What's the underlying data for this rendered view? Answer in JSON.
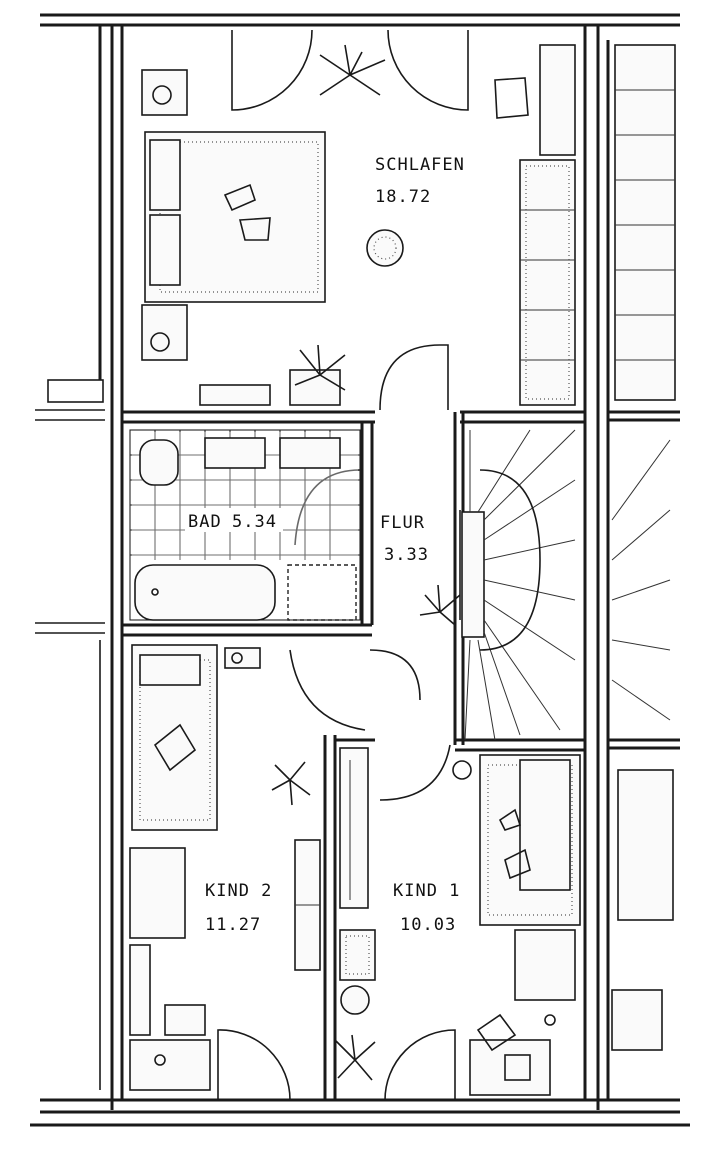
{
  "rooms": {
    "schlafen": {
      "name": "SCHLAFEN",
      "area": "18.72"
    },
    "bad": {
      "name": "BAD",
      "area": "5.34"
    },
    "flur": {
      "name": "FLUR",
      "area": "3.33"
    },
    "kind1": {
      "name": "KIND 1",
      "area": "10.03"
    },
    "kind2": {
      "name": "KIND 2",
      "area": "11.27"
    }
  },
  "colors": {
    "ink": "#1a1a1a",
    "paper": "#ffffff"
  }
}
